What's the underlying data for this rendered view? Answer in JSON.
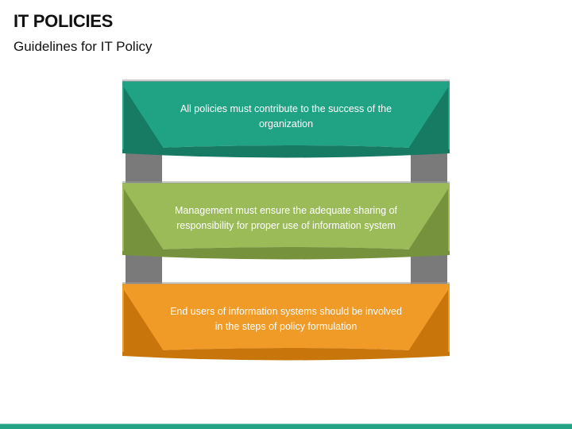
{
  "header": {
    "title": "IT POLICIES",
    "subtitle": "Guidelines for IT Policy"
  },
  "banners": [
    {
      "text": "All policies must contribute to the success of the organization",
      "color_main": "#20a284",
      "color_dark": "#177a63"
    },
    {
      "text": "Management must ensure the adequate sharing of responsibility for proper use of information system",
      "color_main": "#9bbb59",
      "color_dark": "#76923c"
    },
    {
      "text": "End users of information systems should be involved in the steps of policy formulation",
      "color_main": "#f09a28",
      "color_dark": "#c8760c"
    }
  ],
  "colors": {
    "pillar": "#7a7a7a",
    "footer_bar": "#21a384"
  }
}
